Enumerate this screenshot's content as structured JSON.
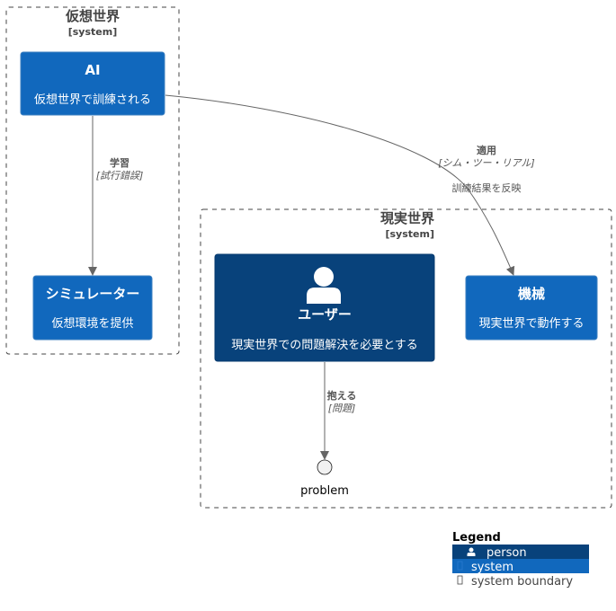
{
  "boundaries": {
    "virtual": {
      "title": "仮想世界",
      "type": "[system]"
    },
    "real": {
      "title": "現実世界",
      "type": "[system]"
    }
  },
  "nodes": {
    "ai": {
      "title": "AI",
      "desc": "仮想世界で訓練される"
    },
    "simulator": {
      "title": "シミュレーター",
      "desc": "仮想環境を提供"
    },
    "user": {
      "title": "ユーザー",
      "desc": "現実世界での問題解決を必要とする"
    },
    "machine": {
      "title": "機械",
      "desc": "現実世界で動作する"
    },
    "problem": {
      "label": "problem"
    }
  },
  "relations": {
    "learn": {
      "label": "学習",
      "tech": "[試行錯誤]"
    },
    "apply": {
      "label": "適用",
      "tech": "[シム・ツー・リアル]",
      "desc": "訓練結果を反映"
    },
    "hold": {
      "label": "抱える",
      "tech": "[問題]"
    }
  },
  "legend": {
    "title": "Legend",
    "items": [
      {
        "label": "person"
      },
      {
        "label": "system"
      },
      {
        "label": "system boundary"
      }
    ]
  },
  "colors": {
    "system": "#1168BD",
    "person": "#08427B",
    "boundary_stroke": "#444444",
    "arrow": "#666666"
  }
}
